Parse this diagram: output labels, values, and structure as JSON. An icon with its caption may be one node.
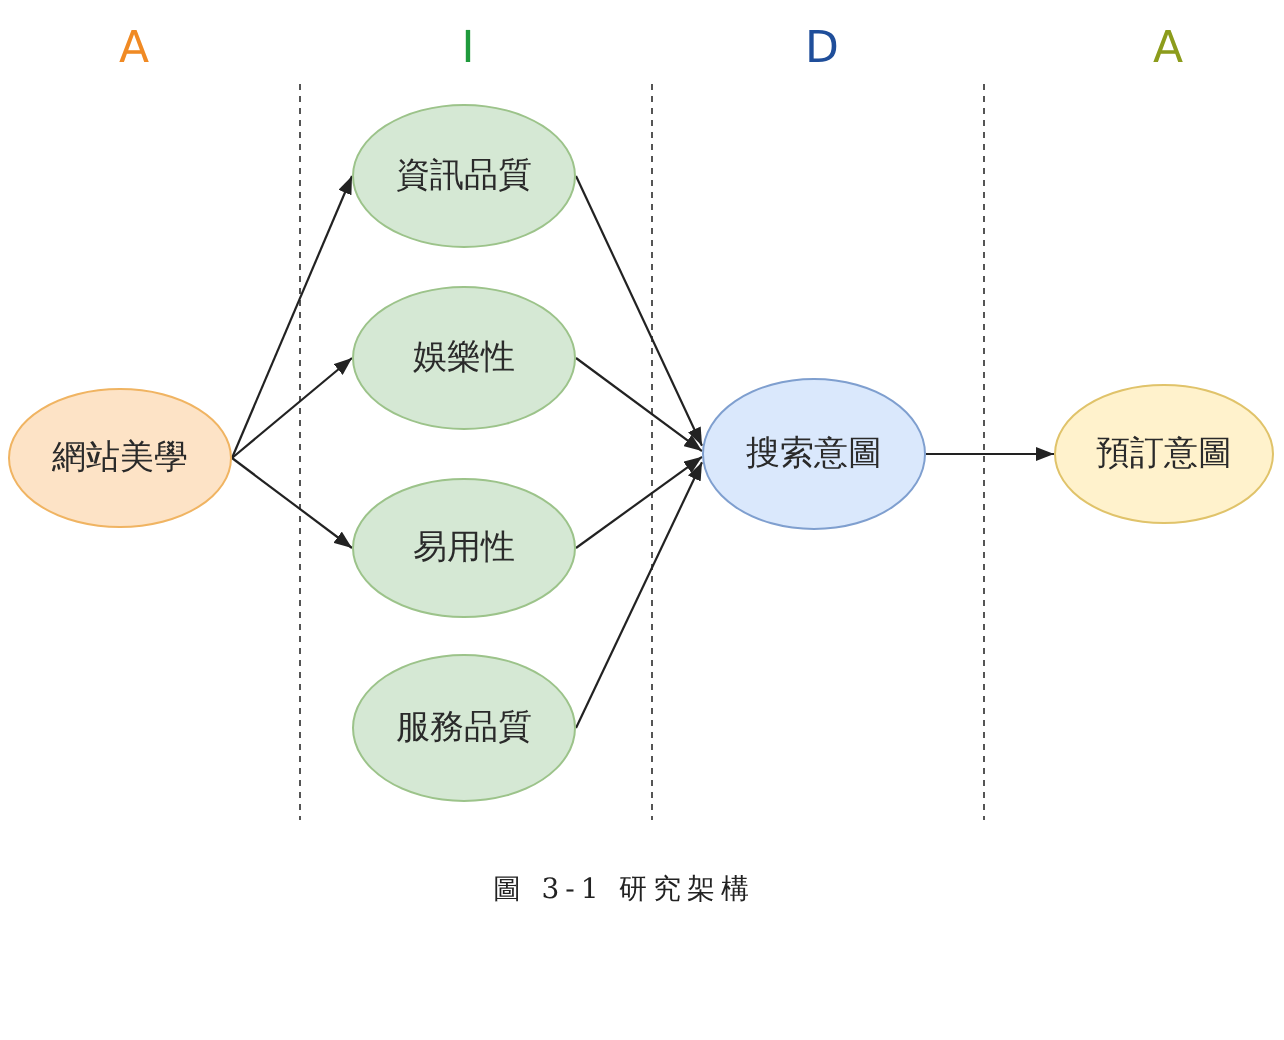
{
  "diagram": {
    "caption": "圖 3-1 研究架構",
    "nodes": [
      {
        "text": [
          "網站美學"
        ]
      },
      {
        "text": [
          "資訊品質"
        ]
      },
      {
        "text": [
          "娛樂性"
        ]
      },
      {
        "text": [
          "易用性"
        ]
      },
      {
        "text": [
          "服務品質"
        ]
      },
      {
        "text": [
          "搜索意圖"
        ]
      },
      {
        "text": [
          "預訂意圖"
        ]
      }
    ],
    "edges": [
      {
        "from": 0,
        "to": 1,
        "arrow": "to"
      },
      {
        "from": 0,
        "to": 2,
        "arrow": "to"
      },
      {
        "from": 0,
        "to": 3,
        "arrow": "to"
      },
      {
        "from": 1,
        "to": 5,
        "arrow": "to"
      },
      {
        "from": 2,
        "to": 5,
        "arrow": "to"
      },
      {
        "from": 3,
        "to": 5,
        "arrow": "to"
      },
      {
        "from": 4,
        "to": 5,
        "arrow": "to"
      },
      {
        "from": 5,
        "to": 6,
        "arrow": "to"
      }
    ],
    "labels": [
      "A",
      "I",
      "D",
      "A"
    ]
  }
}
